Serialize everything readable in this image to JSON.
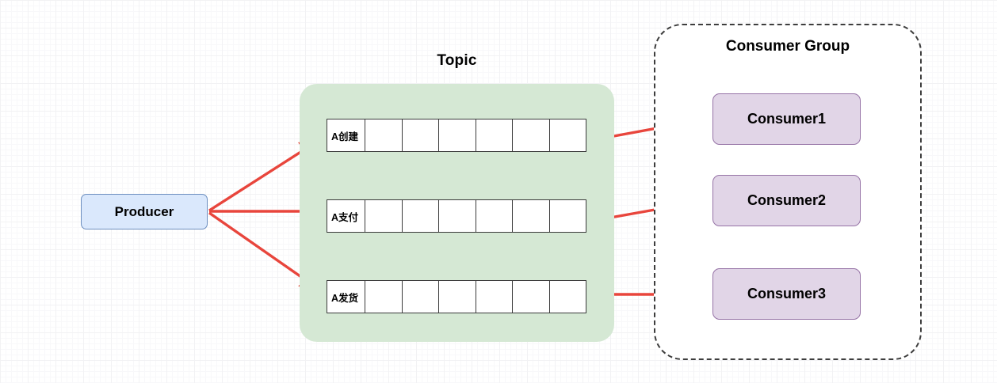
{
  "diagram": {
    "title": "Kafka Topic Partition Consumer Group Diagram",
    "colors": {
      "producer_fill": "#dae8fc",
      "producer_stroke": "#6c8ebf",
      "topic_fill": "#d5e8d4",
      "consumer_fill": "#e1d5e7",
      "consumer_stroke": "#9673a6",
      "arrow": "#e8453c",
      "partition_stroke": "#3a3a3a",
      "group_stroke": "#3d3d3d",
      "background": "#ffffff"
    }
  },
  "producer": {
    "label": "Producer"
  },
  "topic": {
    "label": "Topic",
    "partitions": [
      {
        "label": "A创建",
        "cells": 7,
        "empty_cells": 6
      },
      {
        "label": "A支付",
        "cells": 7,
        "empty_cells": 6
      },
      {
        "label": "A发货",
        "cells": 7,
        "empty_cells": 6
      }
    ]
  },
  "consumer_group": {
    "title": "Consumer Group",
    "consumers": [
      {
        "label": "Consumer1"
      },
      {
        "label": "Consumer2"
      },
      {
        "label": "Consumer3"
      }
    ]
  },
  "arrows": {
    "producer_to_partitions": [
      {
        "from": "producer",
        "to": "A创建"
      },
      {
        "from": "producer",
        "to": "A支付"
      },
      {
        "from": "producer",
        "to": "A发货"
      }
    ],
    "partitions_to_consumers": [
      {
        "from": "A创建",
        "to": "Consumer1"
      },
      {
        "from": "A支付",
        "to": "Consumer2"
      },
      {
        "from": "A发货",
        "to": "Consumer3"
      }
    ]
  }
}
